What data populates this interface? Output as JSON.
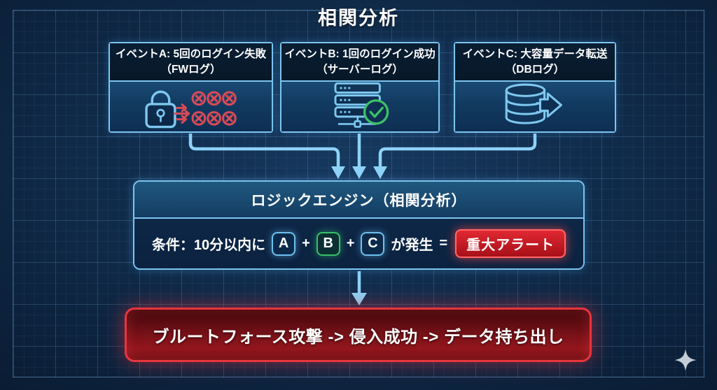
{
  "title": "相関分析",
  "events": [
    {
      "header_line1": "イベントA: 5回のログイン失敗",
      "header_line2": "（FWログ）",
      "icon": "padlock-failed-logins-icon"
    },
    {
      "header_line1": "イベントB: 1回のログイン成功",
      "header_line2": "（サーバーログ）",
      "icon": "server-login-success-icon"
    },
    {
      "header_line1": "イベントC: 大容量データ転送",
      "header_line2": "（DBログ）",
      "icon": "database-export-icon"
    }
  ],
  "logic_engine": {
    "title": "ロジックエンジン（相関分析）",
    "condition_prefix": "条件：10分以内に",
    "badge_a": "A",
    "badge_b": "B",
    "badge_c": "C",
    "plus": "+",
    "condition_suffix": "が発生",
    "equals": "=",
    "alert_label": "重大アラート"
  },
  "result_text": "ブルートフォース攻撃 -> 侵入成功 -> データ持ち出し",
  "colors": {
    "background": "#0e2744",
    "accent_blue": "#7cc4ee",
    "connector_blue": "#8ed2f8",
    "success_green": "#3cc168",
    "fail_red": "#d94b57",
    "alert_red": "#d1202a"
  },
  "decorations": {
    "sparkle": "sparkle-icon"
  }
}
